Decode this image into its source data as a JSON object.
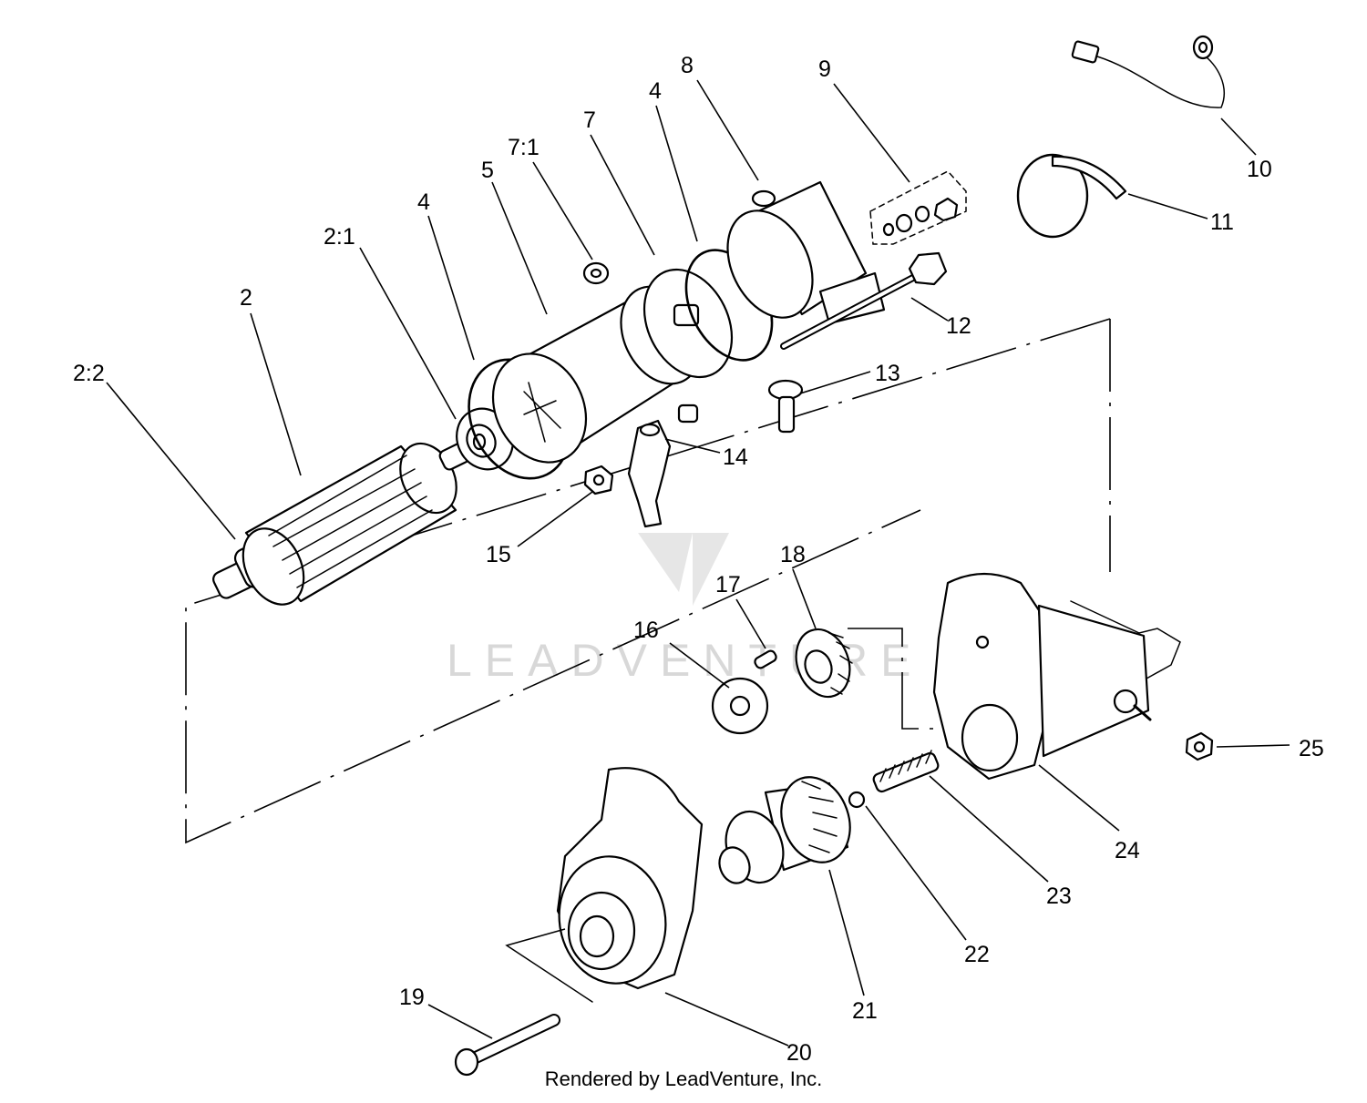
{
  "diagram": {
    "callouts": {
      "c2_2": "2:2",
      "c2": "2",
      "c2_1": "2:1",
      "c4a": "4",
      "c5": "5",
      "c7_1": "7:1",
      "c7": "7",
      "c4b": "4",
      "c8": "8",
      "c9": "9",
      "c10": "10",
      "c11": "11",
      "c12": "12",
      "c13": "13",
      "c14": "14",
      "c15": "15",
      "c16": "16",
      "c17": "17",
      "c18": "18",
      "c19": "19",
      "c20": "20",
      "c21": "21",
      "c22": "22",
      "c23": "23",
      "c24": "24",
      "c25": "25"
    },
    "watermark": "LEADVENTURE",
    "credit": "Rendered by LeadVenture, Inc."
  }
}
